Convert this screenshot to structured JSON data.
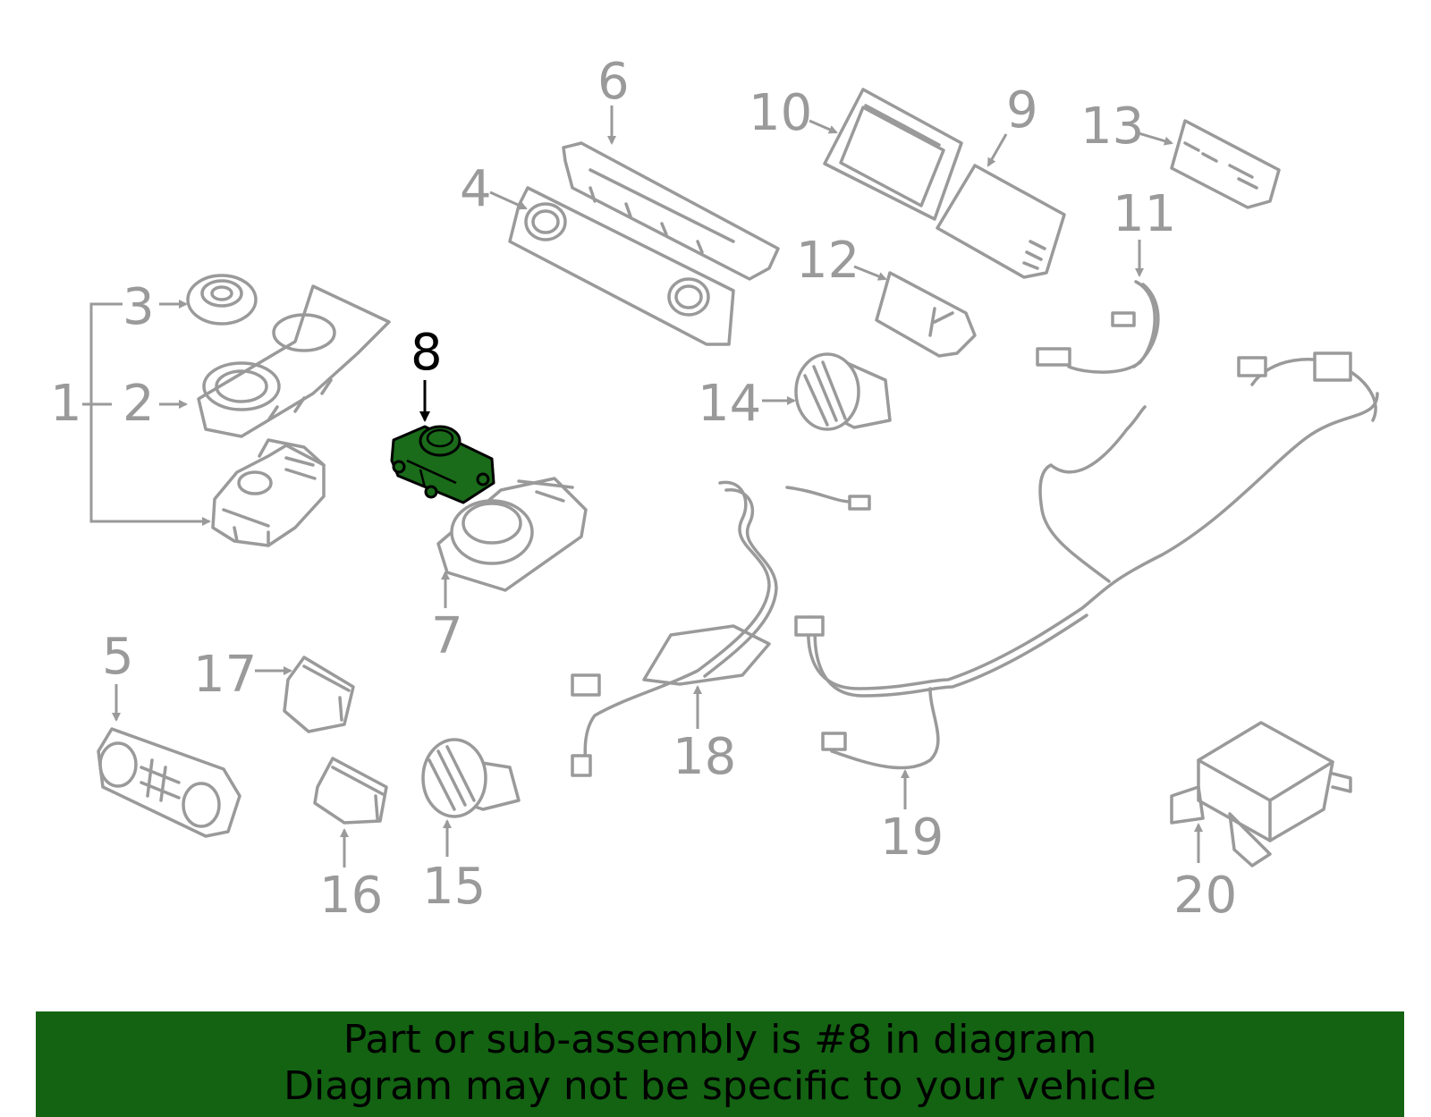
{
  "callouts": {
    "c1": "1",
    "c2": "2",
    "c3": "3",
    "c4": "4",
    "c5": "5",
    "c6": "6",
    "c7": "7",
    "c8": "8",
    "c9": "9",
    "c10": "10",
    "c11": "11",
    "c12": "12",
    "c13": "13",
    "c14": "14",
    "c15": "15",
    "c16": "16",
    "c17": "17",
    "c18": "18",
    "c19": "19",
    "c20": "20"
  },
  "highlighted_part": "8",
  "colors": {
    "line": "#9a9a9a",
    "highlight_fill": "#1a6b1a",
    "banner_bg": "#136312",
    "banner_text": "#000000"
  },
  "banner": {
    "line1": "Part or sub-assembly is #8 in diagram",
    "line2": "Diagram may not be specific to your vehicle"
  }
}
